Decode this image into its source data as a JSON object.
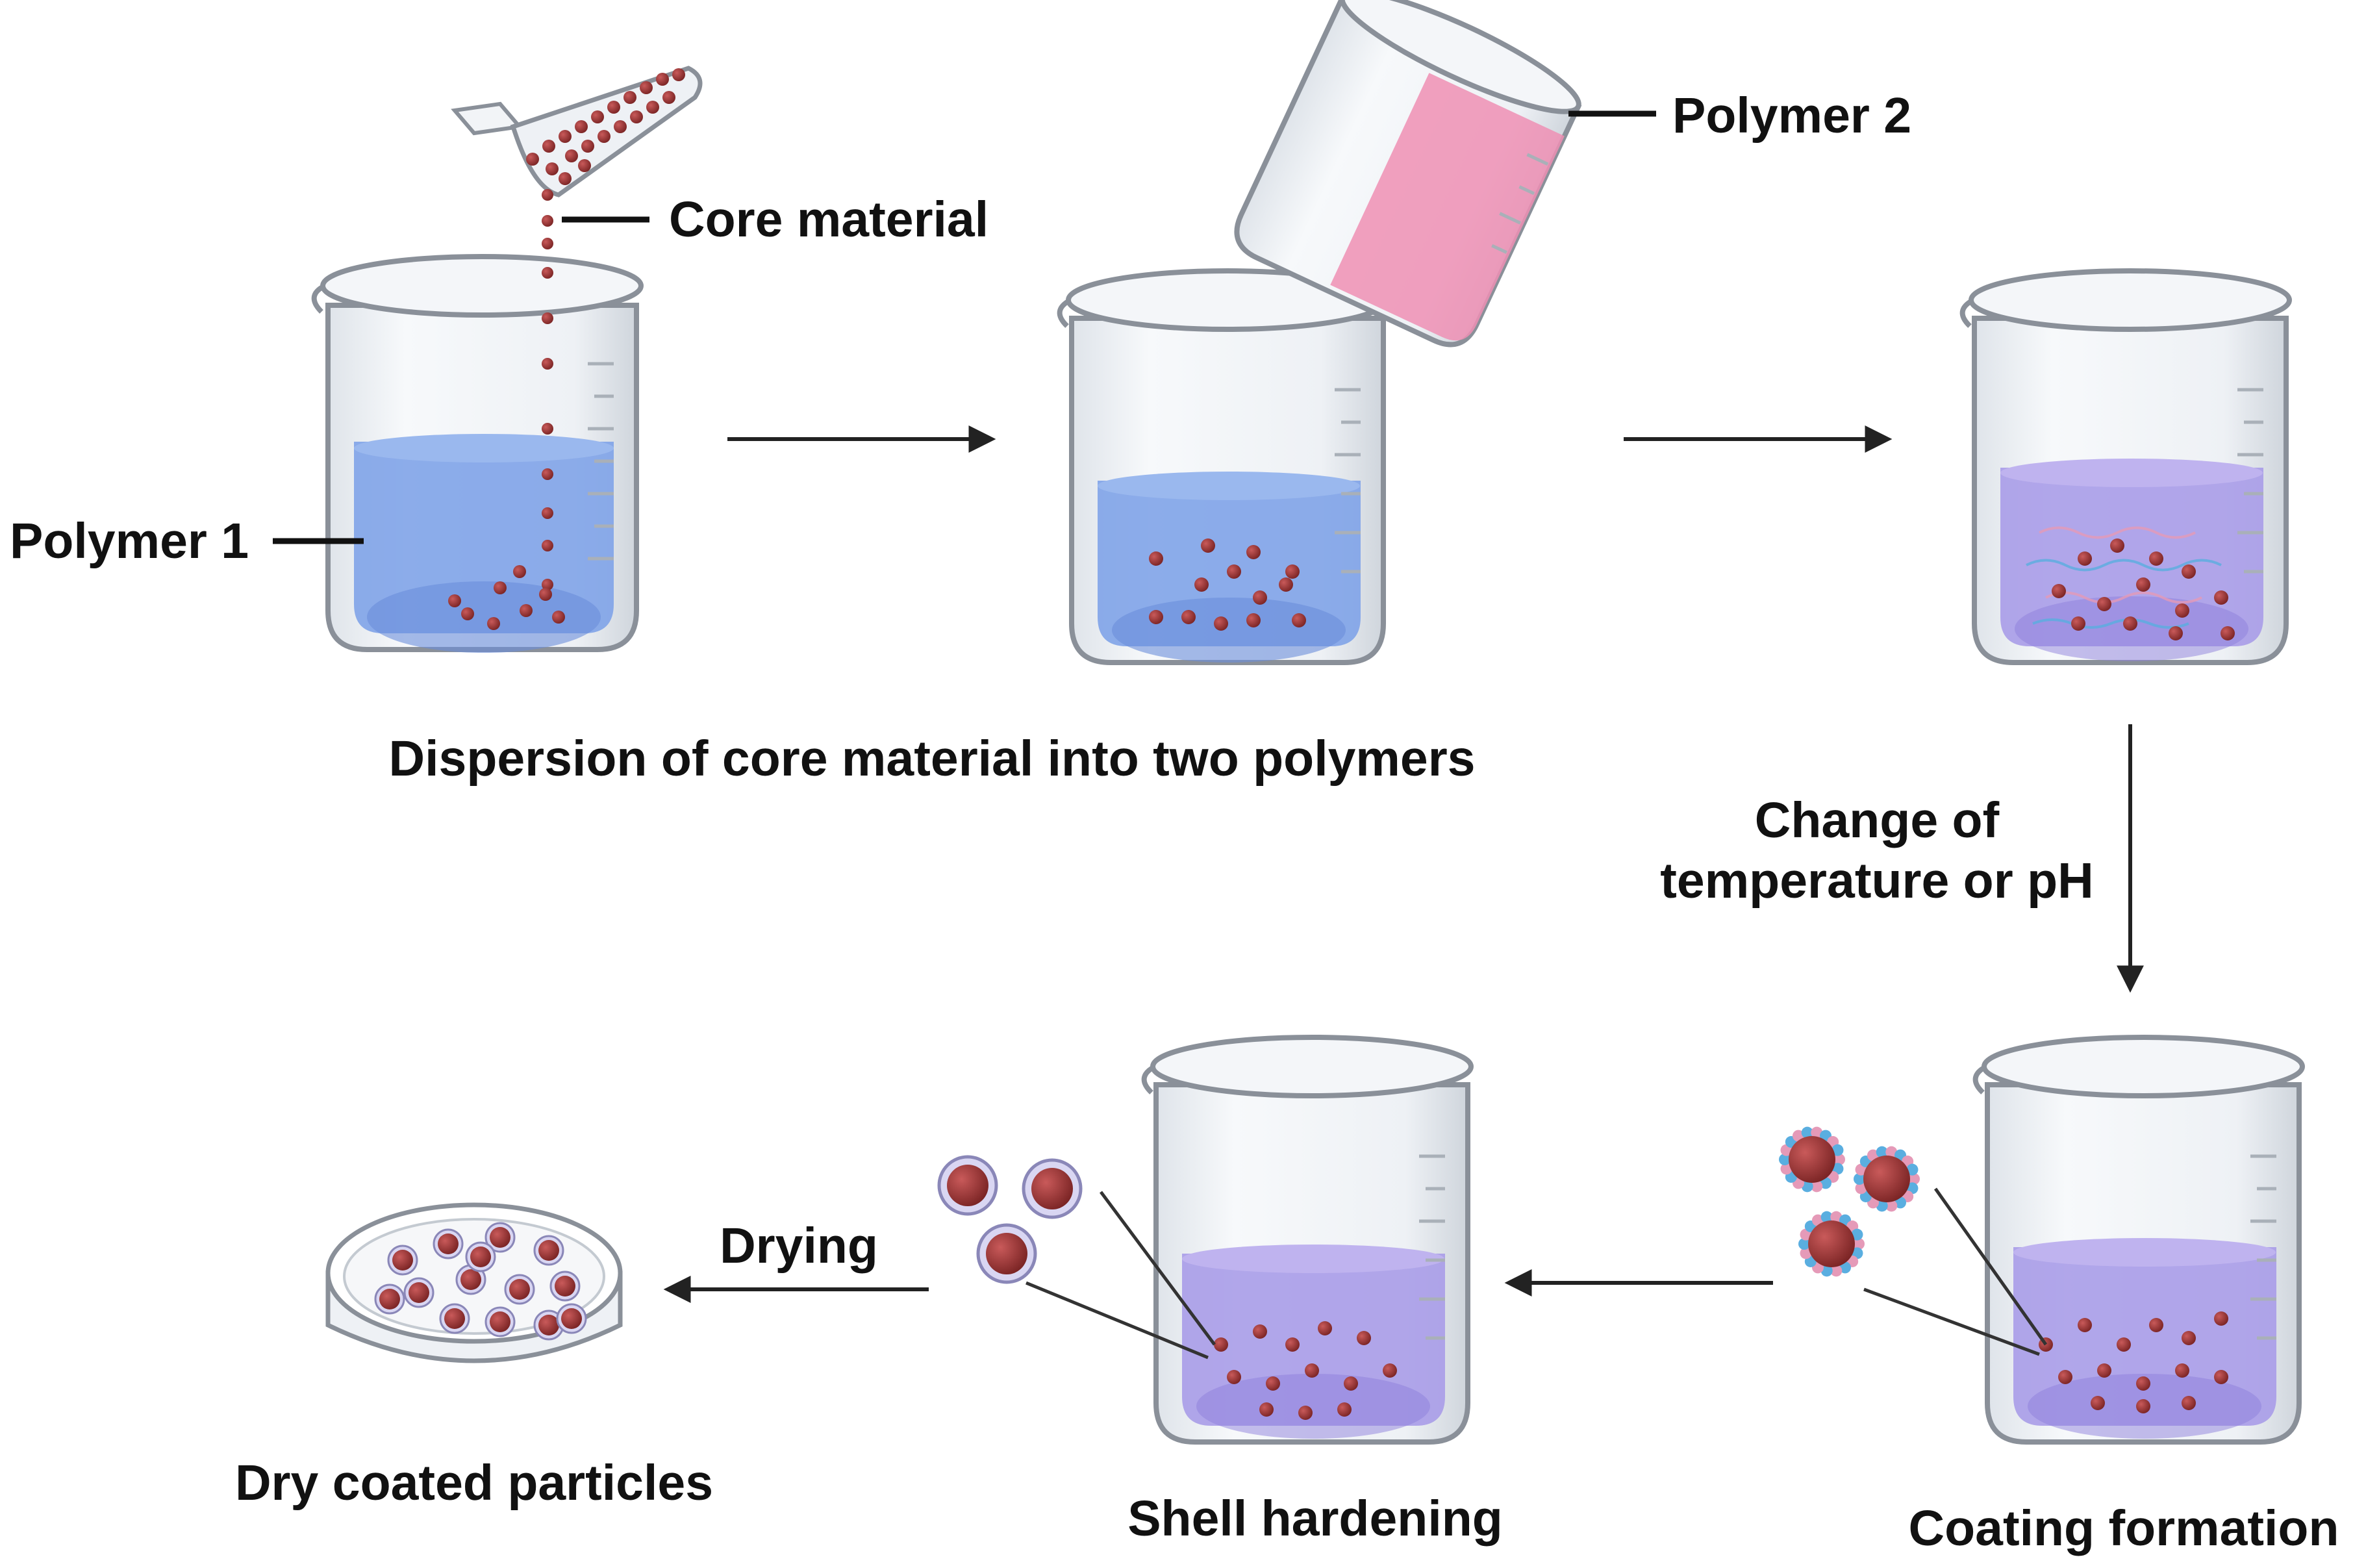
{
  "labels": {
    "core_material": "Core material",
    "polymer1": "Polymer 1",
    "polymer2": "Polymer 2",
    "dispersion": "Dispersion of core material into two polymers",
    "change_line1": "Change of",
    "change_line2": "temperature or pH",
    "coating_formation": "Coating formation",
    "shell_hardening": "Shell hardening",
    "drying": "Drying",
    "dry_coated": "Dry coated particles"
  },
  "colors": {
    "polymer1_liquid": "#7fa3e8",
    "polymer2_liquid": "#ef8fb4",
    "mixture_liquid": "#a99ce8",
    "particle": "#a03a3a",
    "particle_dark": "#6e1f1f",
    "glass": "#eef2f7",
    "glass_edge": "#8a9099",
    "coating_blue": "#5aaee0",
    "coating_pink": "#e59ab8",
    "arrow": "#222222"
  }
}
